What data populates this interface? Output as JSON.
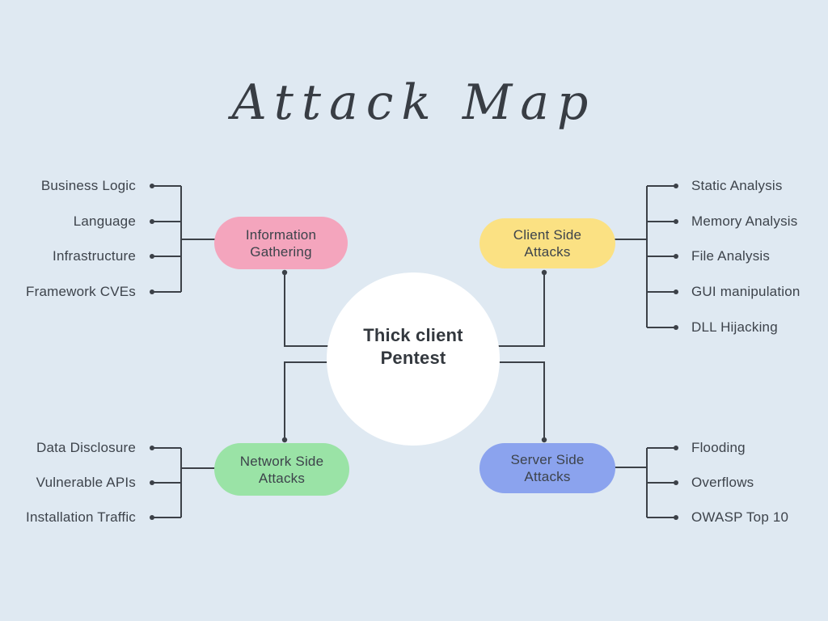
{
  "title": {
    "text": "Attack Map"
  },
  "center": {
    "line1": "Thick client",
    "line2": "Pentest",
    "fill": "#ffffff"
  },
  "branches": [
    {
      "name": "information-gathering",
      "line1": "Information",
      "line2": "Gathering",
      "fill": "#f4a5bd",
      "items": [
        "Business Logic",
        "Language",
        "Infrastructure",
        "Framework CVEs"
      ]
    },
    {
      "name": "client-side-attacks",
      "line1": "Client Side",
      "line2": "Attacks",
      "fill": "#fbe183",
      "items": [
        "Static Analysis",
        "Memory Analysis",
        "File Analysis",
        "GUI manipulation",
        "DLL Hijacking"
      ]
    },
    {
      "name": "network-side-attacks",
      "line1": "Network Side",
      "line2": "Attacks",
      "fill": "#9ae3a6",
      "items": [
        "Data Disclosure",
        "Vulnerable APIs",
        "Installation Traffic"
      ]
    },
    {
      "name": "server-side-attacks",
      "line1": "Server Side",
      "line2": "Attacks",
      "fill": "#8ba3ee",
      "items": [
        "Flooding",
        "Overflows",
        "OWASP Top 10"
      ]
    }
  ],
  "colors": {
    "background": "#dfe9f2",
    "connector": "#3c4148",
    "text": "#3d434b",
    "center_fill": "#ffffff",
    "information_gathering_fill": "#f4a5bd",
    "client_side_fill": "#fbe183",
    "network_side_fill": "#9ae3a6",
    "server_side_fill": "#8ba3ee"
  }
}
